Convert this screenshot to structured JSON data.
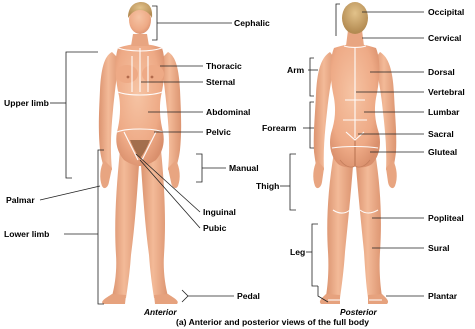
{
  "labels": {
    "cephalic": "Cephalic",
    "thoracic": "Thoracic",
    "sternal": "Sternal",
    "upper_limb": "Upper limb",
    "abdominal": "Abdominal",
    "pelvic": "Pelvic",
    "manual": "Manual",
    "palmar": "Palmar",
    "lower_limb": "Lower limb",
    "inguinal": "Inguinal",
    "pubic": "Pubic",
    "pedal": "Pedal",
    "occipital": "Occipital",
    "cervical": "Cervical",
    "arm": "Arm",
    "dorsal": "Dorsal",
    "vertebral": "Vertebral",
    "lumbar": "Lumbar",
    "forearm": "Forearm",
    "sacral": "Sacral",
    "gluteal": "Gluteal",
    "thigh": "Thigh",
    "popliteal": "Popliteal",
    "leg": "Leg",
    "sural": "Sural",
    "plantar": "Plantar"
  },
  "views": {
    "anterior": "Anterior",
    "posterior": "Posterior"
  },
  "caption": "(a) Anterior and posterior views of the full body",
  "colors": {
    "skin": "#f0b08e",
    "skin_shadow": "#d98f6c",
    "hair": "#c8a36a",
    "line": "#222222",
    "region_line": "#ffffff"
  }
}
